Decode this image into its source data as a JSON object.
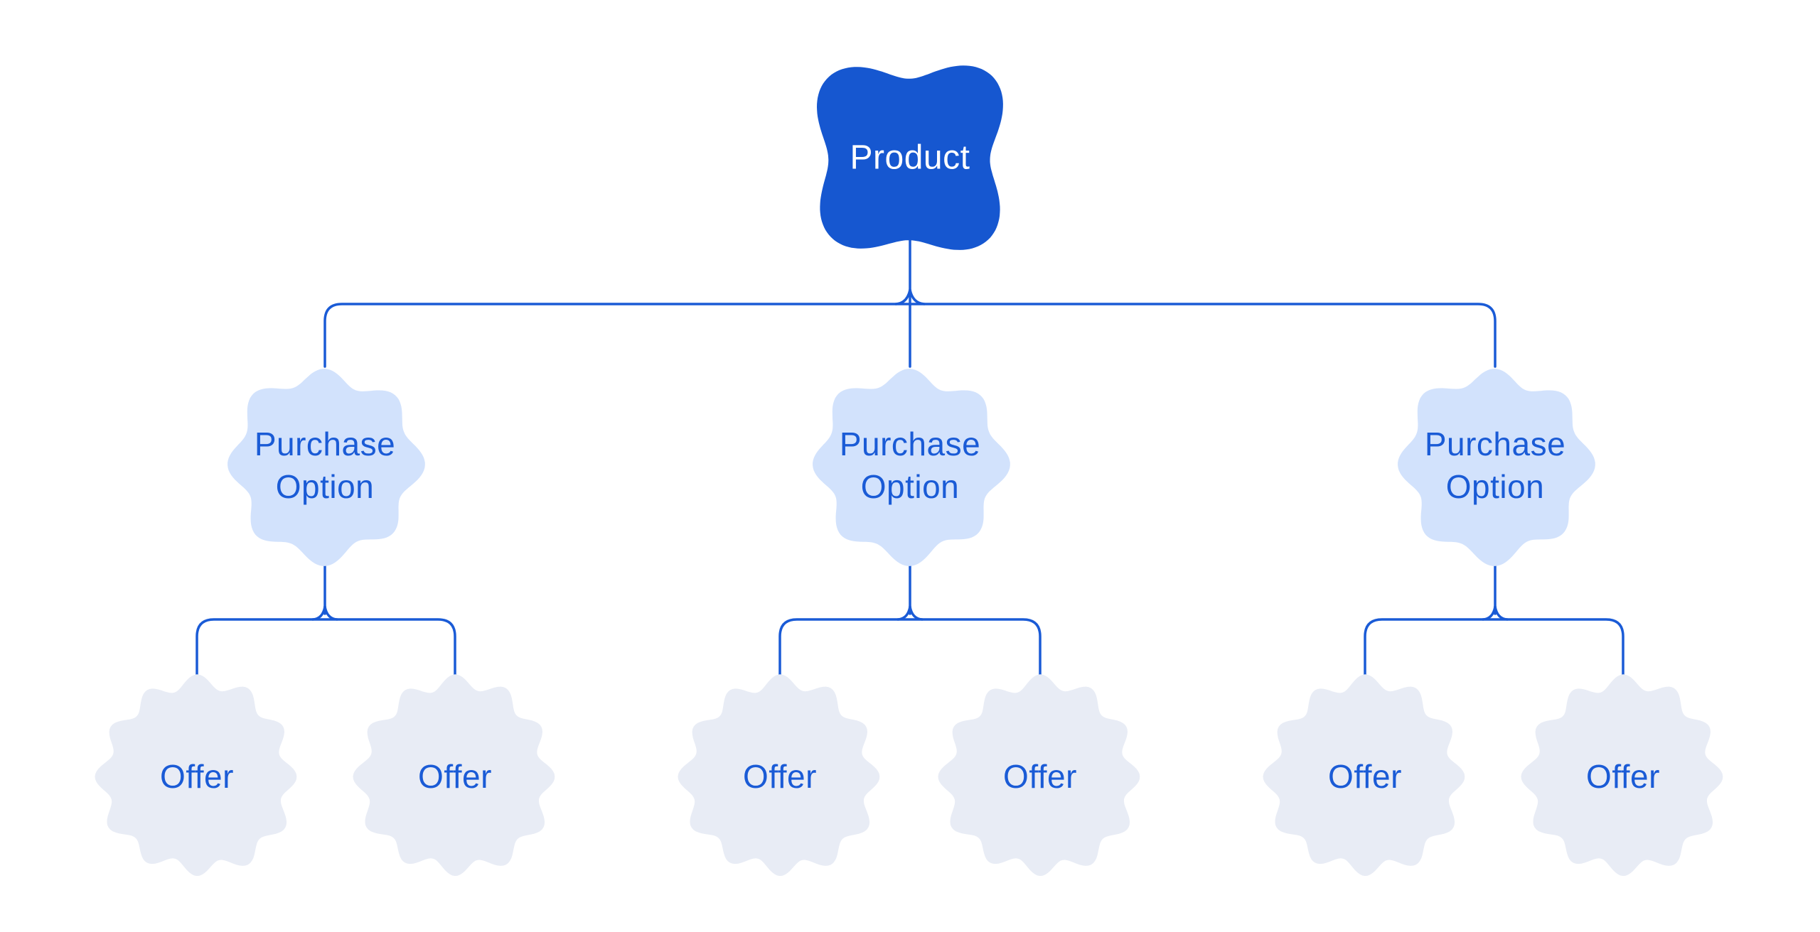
{
  "diagram": {
    "type": "hierarchy-tree",
    "root": {
      "label": "Product"
    },
    "groups": [
      {
        "option_label": "Purchase Option",
        "offers": [
          "Offer",
          "Offer"
        ]
      },
      {
        "option_label": "Purchase Option",
        "offers": [
          "Offer",
          "Offer"
        ]
      },
      {
        "option_label": "Purchase Option",
        "offers": [
          "Offer",
          "Offer"
        ]
      }
    ]
  },
  "colors": {
    "background": "#ffffff",
    "product_fill": "#1657d0",
    "product_text": "#ffffff",
    "option_fill": "#d2e2fc",
    "offer_fill": "#e8ecf5",
    "label_blue": "#1a5bd6",
    "connector": "#1a5bd6"
  }
}
